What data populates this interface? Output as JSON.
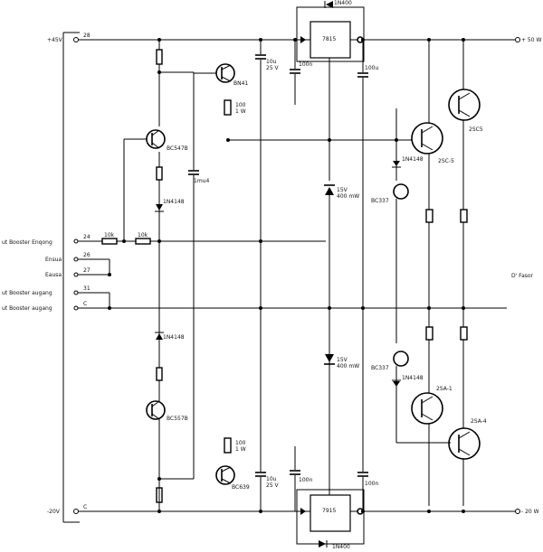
{
  "rails": {
    "top_left": "+45V",
    "top_right": "+ 50 W",
    "bottom_left": "-20V",
    "bottom_right": "- 20 W"
  },
  "inputs": [
    {
      "pin": "24",
      "label": "ut Booster Enqong"
    },
    {
      "pin": "26",
      "label": "Ensua"
    },
    {
      "pin": "27",
      "label": "Eausa"
    },
    {
      "pin": "31",
      "label": "ut Booster augang"
    },
    {
      "pin": "C",
      "label": "ut Booster augang"
    }
  ],
  "pins": {
    "top": "28",
    "bottom": "C"
  },
  "output_label": "D' Fasor",
  "parts": {
    "q_top_left": "BC547B",
    "q_top_mid": "BN41",
    "q_bot_left": "BC557B",
    "q_bot_mid": "BC639",
    "d_top": "1N4148",
    "d_bot": "1N4148",
    "d_tvs_top": "1N4148",
    "d_tvs_bot": "1N4148",
    "cap_mid": "1mu4",
    "r_in_1": "10k",
    "r_in_2": "10k",
    "cap_top": "10u\n25 V",
    "cap_bot": "10u\n25 V",
    "reg_top": "7815",
    "reg_bot": "7915",
    "reg_top_diode": "1N400",
    "reg_bot_diode": "1N400",
    "c_reg_top_in": "100n",
    "c_reg_top_out": "100u",
    "c_reg_bot_in": "100n",
    "c_reg_bot_out": "100n",
    "zener_top": "15V\n400 mW",
    "zener_bot": "15V\n400 mW",
    "led_top": "BC337",
    "led_bot": "BC337",
    "q_out_top": "2SC-5",
    "q_out_top_r": "2SC5",
    "q_out_bot": "2SA-1",
    "q_out_bot_r": "2SA-4",
    "r_mid_top": "100\n1 W",
    "r_mid_bot": "100\n1 W"
  }
}
